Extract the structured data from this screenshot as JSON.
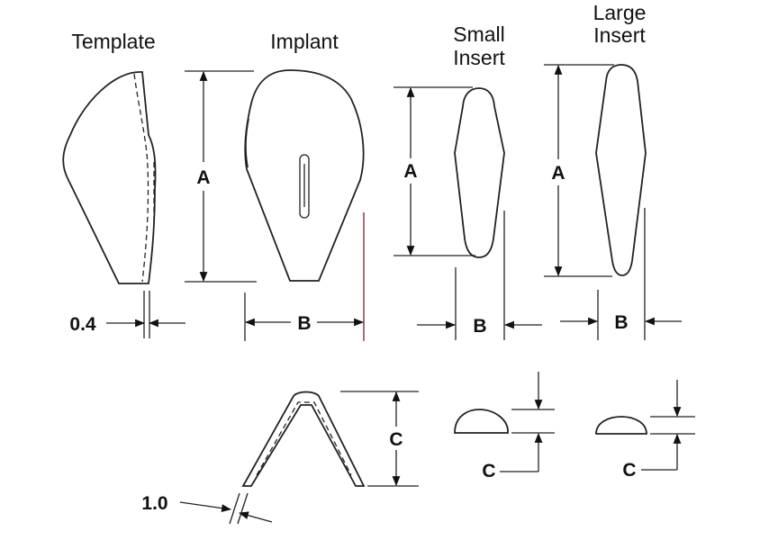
{
  "labels": {
    "template": "Template",
    "implant": "Implant",
    "small_insert_line1": "Small",
    "small_insert_line2": "Insert",
    "large_insert_line1": "Large",
    "large_insert_line2": "Insert"
  },
  "dimensions": {
    "a": "A",
    "b": "B",
    "c": "C",
    "template_thickness": "0.4",
    "implant_thickness": "1.0"
  }
}
